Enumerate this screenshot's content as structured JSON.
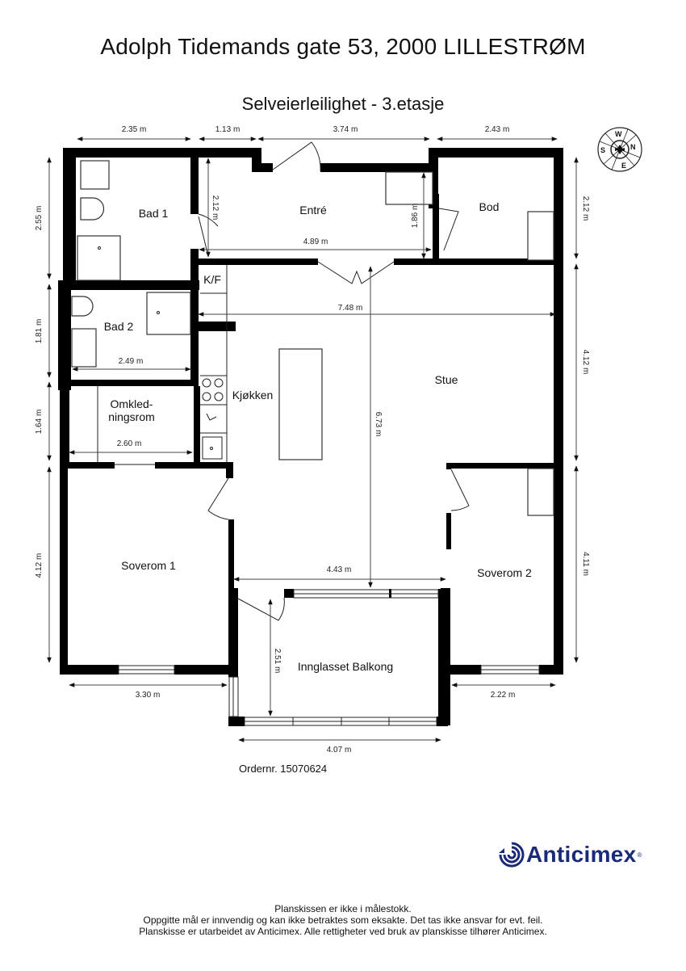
{
  "header": {
    "title": "Adolph Tidemands gate 53, 2000 LILLESTRØM",
    "subtitle": "Selveierleilighet  - 3.etasje"
  },
  "compass": {
    "icon": "compass-rose-icon",
    "labels": {
      "w": "W",
      "n": "N",
      "s": "S",
      "e": "E"
    }
  },
  "rooms": {
    "bad1": "Bad 1",
    "entre": "Entré",
    "bod": "Bod",
    "kf": "K/F",
    "bad2": "Bad 2",
    "omkled1": "Omkled-",
    "omkled2": "ningsrom",
    "kjokken": "Kjøkken",
    "stue": "Stue",
    "soverom1": "Soverom 1",
    "soverom2": "Soverom 2",
    "balkong": "Innglasset Balkong"
  },
  "dimensions": {
    "top_1": "2.35 m",
    "top_2": "1.13 m",
    "top_3": "3.74 m",
    "top_4": "2.43 m",
    "left_1": "2.55 m",
    "left_2": "1.81 m",
    "left_3": "1.64 m",
    "left_4": "4.12 m",
    "right_1": "2.12 m",
    "right_2": "4.12 m",
    "right_3": "4.11 m",
    "entre_height": "2.12 m",
    "entre_width": "4.89 m",
    "closet_height": "1.86 m",
    "bad2_width": "2.49 m",
    "omkled_width": "2.60 m",
    "stue_width": "7.48 m",
    "stue_depth": "6.73 m",
    "stue_lower_width": "4.43 m",
    "balkong_depth": "2.51 m",
    "soverom1_width": "3.30 m",
    "soverom2_width": "2.22 m",
    "balkong_width": "4.07 m"
  },
  "order": {
    "label": "Ordernr. 15070624"
  },
  "brand": {
    "name": "Anticimex",
    "registered": "®",
    "color": "#1b2a78"
  },
  "footer": {
    "line1": "Planskissen er ikke i målestokk.",
    "line2": "Oppgitte mål er innvendig og kan ikke betraktes som eksakte. Det tas ikke ansvar for evt. feil.",
    "line3": "Planskisse er utarbeidet av Anticimex. Alle rettigheter ved bruk av planskisse tilhører Anticimex."
  }
}
